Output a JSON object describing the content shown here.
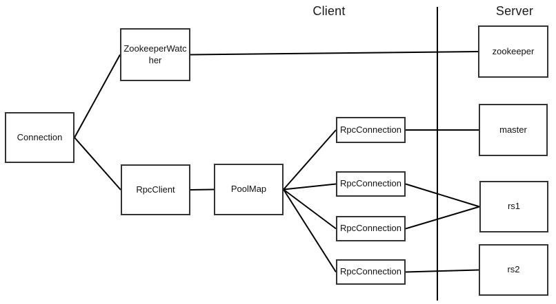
{
  "diagram": {
    "headers": {
      "client": "Client",
      "server": "Server"
    },
    "nodes": {
      "connection": {
        "label": "Connection"
      },
      "zookeeper_watcher": {
        "label": "ZookeeperWatcher"
      },
      "rpc_client": {
        "label": "RpcClient"
      },
      "pool_map": {
        "label": "PoolMap"
      },
      "rpc_connection_1": {
        "label": "RpcConnection"
      },
      "rpc_connection_2": {
        "label": "RpcConnection"
      },
      "rpc_connection_3": {
        "label": "RpcConnection"
      },
      "rpc_connection_4": {
        "label": "RpcConnection"
      },
      "zookeeper": {
        "label": "zookeeper"
      },
      "master": {
        "label": "master"
      },
      "rs1": {
        "label": "rs1"
      },
      "rs2": {
        "label": "rs2"
      }
    },
    "edges": [
      {
        "from": "connection",
        "to": "zookeeper_watcher"
      },
      {
        "from": "connection",
        "to": "rpc_client"
      },
      {
        "from": "zookeeper_watcher",
        "to": "zookeeper"
      },
      {
        "from": "rpc_client",
        "to": "pool_map"
      },
      {
        "from": "pool_map",
        "to": "rpc_connection_1"
      },
      {
        "from": "pool_map",
        "to": "rpc_connection_2"
      },
      {
        "from": "pool_map",
        "to": "rpc_connection_3"
      },
      {
        "from": "pool_map",
        "to": "rpc_connection_4"
      },
      {
        "from": "rpc_connection_1",
        "to": "master"
      },
      {
        "from": "rpc_connection_2",
        "to": "rs1"
      },
      {
        "from": "rpc_connection_3",
        "to": "rs1"
      },
      {
        "from": "rpc_connection_4",
        "to": "rs2"
      }
    ],
    "colors": {
      "background": "#ffffff",
      "line": "#000000",
      "box_border": "#333333",
      "text": "#111111"
    }
  }
}
